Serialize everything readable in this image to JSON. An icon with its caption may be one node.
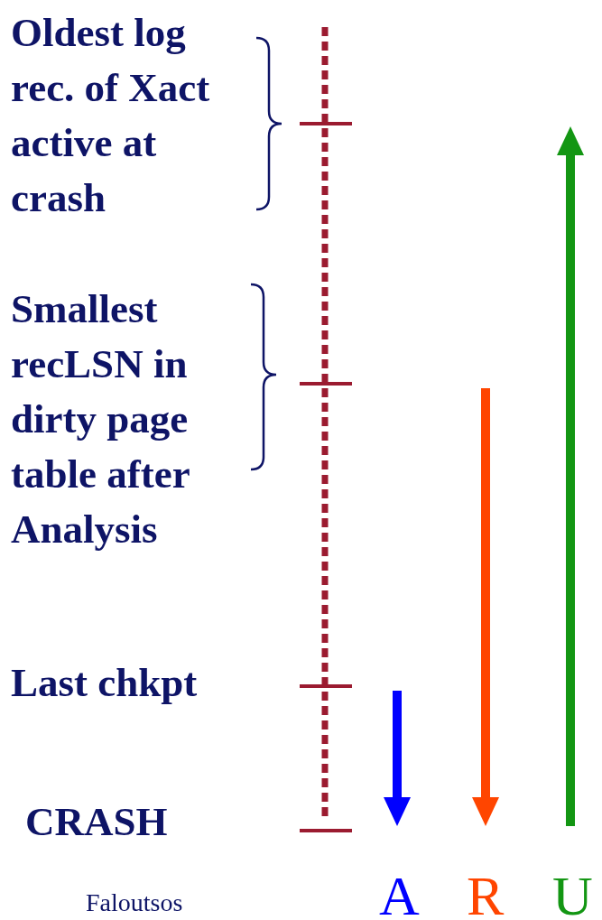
{
  "diagram": {
    "labels": [
      "Oldest log rec. of Xact active at crash",
      "Smallest recLSN in dirty page table after Analysis",
      "Last chkpt",
      "CRASH",
      "Faloutsos",
      "A",
      "R",
      "U"
    ]
  }
}
